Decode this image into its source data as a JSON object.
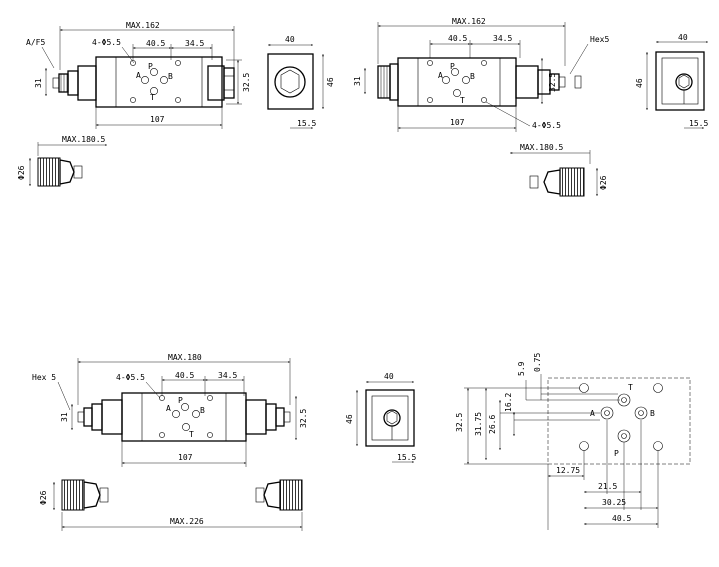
{
  "view_top_left": {
    "max_overall": "MAX.162",
    "hex_label": "A/F5",
    "hole_label": "4-Φ5.5",
    "spacing_a": "40.5",
    "spacing_b": "34.5",
    "height_left": "31",
    "height_right": "32.5",
    "body_length": "107",
    "port_p": "P",
    "port_a": "A",
    "port_b": "B",
    "port_t": "T",
    "knob_max": "MAX.180.5",
    "knob_dia": "Φ26"
  },
  "end_top_left": {
    "width": "40",
    "height": "46",
    "offset": "15.5"
  },
  "view_top_right": {
    "max_overall": "MAX.162",
    "hex_label": "Hex5",
    "hole_label": "4-Φ5.5",
    "spacing_a": "40.5",
    "spacing_b": "34.5",
    "height_left": "31",
    "height_right": "32.5",
    "body_length": "107",
    "port_p": "P",
    "port_a": "A",
    "port_b": "B",
    "port_t": "T",
    "knob_max": "MAX.180.5",
    "knob_dia": "Φ26"
  },
  "end_top_right": {
    "width": "40",
    "height": "46",
    "offset": "15.5"
  },
  "view_bottom_left": {
    "max_overall": "MAX.180",
    "hex_label": "Hex 5",
    "hole_label": "4-Φ5.5",
    "spacing_a": "40.5",
    "spacing_b": "34.5",
    "height_left": "31",
    "height_right": "32.5",
    "body_length": "107",
    "port_p": "P",
    "port_a": "A",
    "port_b": "B",
    "port_t": "T",
    "knob_max": "MAX.226",
    "knob_dia": "Φ26"
  },
  "end_bottom": {
    "width": "40",
    "height": "46",
    "offset": "15.5"
  },
  "port_pattern": {
    "top_a": "5.9",
    "top_b": "0.75",
    "left_a": "32.5",
    "left_b": "31.75",
    "left_c": "26.6",
    "left_d": "16.2",
    "bottom_a": "12.75",
    "bottom_b": "21.5",
    "bottom_c": "30.25",
    "bottom_d": "40.5",
    "port_p": "P",
    "port_a": "A",
    "port_b": "B",
    "port_t": "T"
  }
}
